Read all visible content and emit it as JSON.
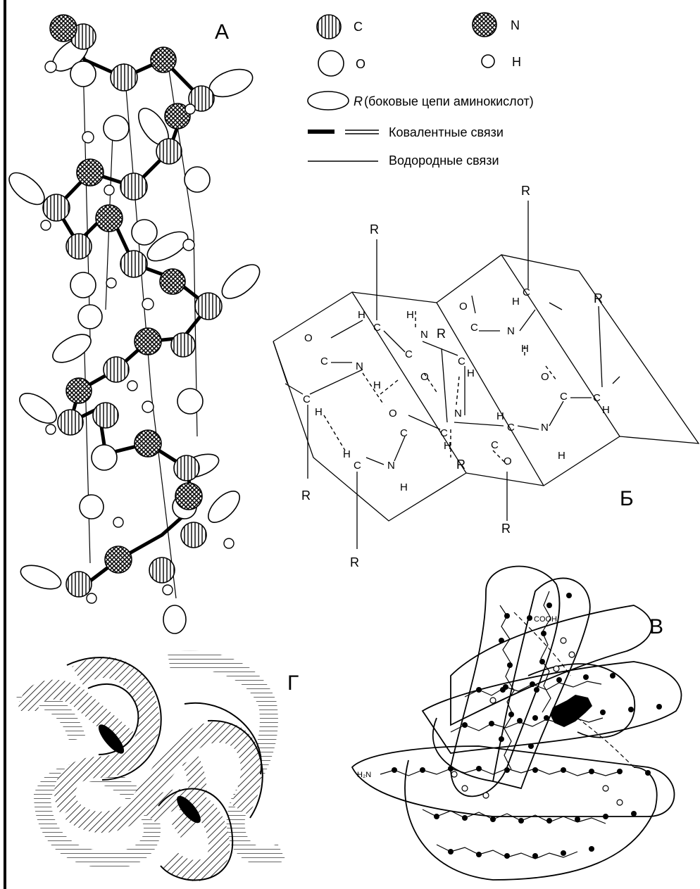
{
  "panels": {
    "a": "А",
    "b": "Б",
    "v": "В",
    "g": "Г"
  },
  "legend": {
    "carbon": "C",
    "nitrogen": "N",
    "oxygen": "O",
    "hydrogen": "H",
    "r_symbol": "R",
    "r_desc": "(боковые цепи аминокислот)",
    "covalent": "Ковалентные связи",
    "hydrogen_bonds": "Водородные связи"
  },
  "sheet_labels": {
    "r": "R",
    "h": "H",
    "c": "C",
    "n": "N",
    "o": "O"
  },
  "fold_labels": {
    "cooh": "COOH",
    "nh2": "H₂N"
  }
}
